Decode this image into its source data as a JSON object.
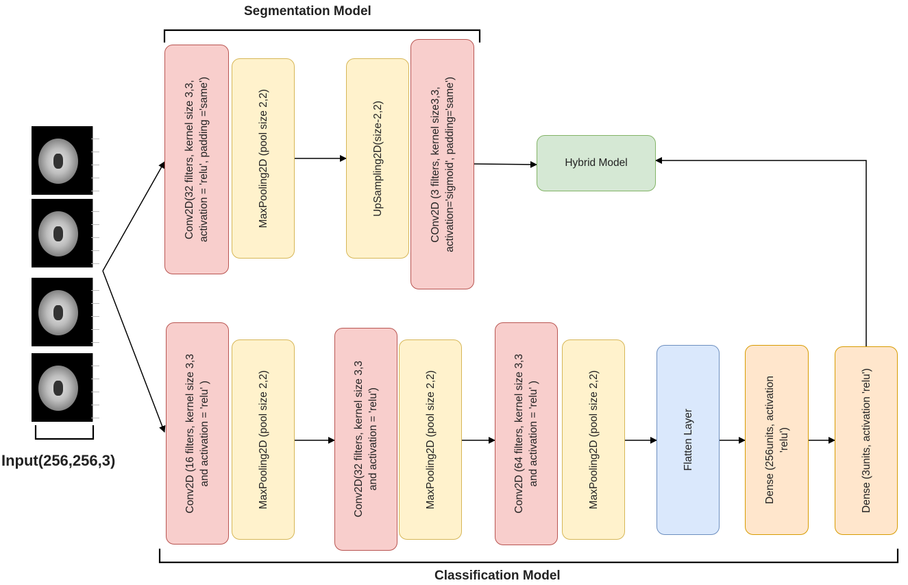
{
  "segmentation_title": "Segmentation Model",
  "classification_title": "Classification Model",
  "input_label": "Input(256,256,3)",
  "segmentation": {
    "conv1": "Conv2D(32 filters, kernel size 3,3,\nactivation = 'relu', padding ='same')",
    "maxpool": "MaxPooling2D (pool size 2,2)",
    "upsample": "UpSampling2D(size-2,2)",
    "conv2": "COnv2D (3 filters, kernel size3,3,\nactivation='sigmoid', padding='same')"
  },
  "hybrid": "Hybrid Model",
  "classification": {
    "conv1": "Conv2D (16 filters, kernel size 3,3\nand activation = 'relu' )",
    "maxpool1": "MaxPooling2D (pool size 2,2)",
    "conv2": "Conv2D(32 filters, kernel size 3,3\nand activation = 'relu')",
    "maxpool2": "MaxPooling2D (pool size 2,2)",
    "conv3": "Conv2D (64 filters, kernel size 3,3\nand activation = 'relu' )",
    "maxpool3": "MaxPooling2D (pool size 2,2)",
    "flatten": "Flatten Layer",
    "dense1": "Dense (256units, activation\n'relu')",
    "dense2": "Dense (3units, activation 'relu')"
  },
  "colors": {
    "conv": "#f8cecc",
    "pool": "#fff2cc",
    "flatten": "#dae8fc",
    "dense": "#ffe6cc",
    "hybrid": "#d5e8d4"
  }
}
